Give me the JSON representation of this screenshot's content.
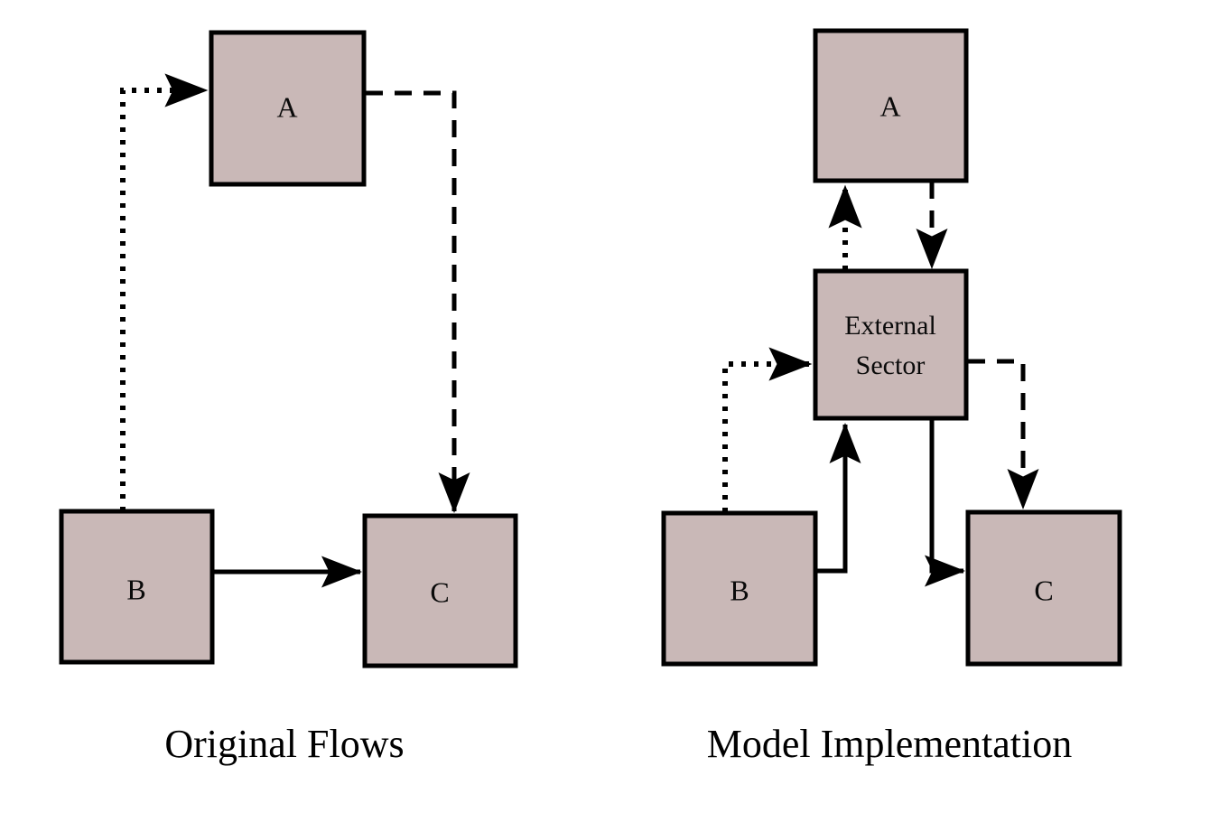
{
  "figure": {
    "background_color": "#ffffff",
    "node_fill_color": "#c9b8b7",
    "node_stroke_color": "#000000",
    "edge_color": "#000000"
  },
  "panels": [
    {
      "id": "original-flows",
      "title": "Original Flows",
      "nodes": [
        {
          "id": "left-a",
          "label": "A"
        },
        {
          "id": "left-b",
          "label": "B"
        },
        {
          "id": "left-c",
          "label": "C"
        }
      ],
      "edges": [
        {
          "id": "left-b-to-a",
          "from": "B",
          "to": "A",
          "style": "dotted"
        },
        {
          "id": "left-a-to-c",
          "from": "A",
          "to": "C",
          "style": "dashed"
        },
        {
          "id": "left-b-to-c",
          "from": "B",
          "to": "C",
          "style": "solid"
        }
      ]
    },
    {
      "id": "model-implementation",
      "title": "Model Implementation",
      "nodes": [
        {
          "id": "right-a",
          "label": "A"
        },
        {
          "id": "right-external-sector",
          "label_line1": "External",
          "label_line2": "Sector"
        },
        {
          "id": "right-b",
          "label": "B"
        },
        {
          "id": "right-c",
          "label": "C"
        }
      ],
      "edges": [
        {
          "id": "right-external-to-a",
          "from": "External Sector",
          "to": "A",
          "style": "dotted"
        },
        {
          "id": "right-a-to-external",
          "from": "A",
          "to": "External Sector",
          "style": "dashed"
        },
        {
          "id": "right-b-to-external-dotted",
          "from": "B",
          "to": "External Sector",
          "style": "dotted"
        },
        {
          "id": "right-b-to-external-solid",
          "from": "B",
          "to": "External Sector",
          "style": "solid"
        },
        {
          "id": "right-external-to-c-solid",
          "from": "External Sector",
          "to": "C",
          "style": "solid"
        },
        {
          "id": "right-external-to-c-dashed",
          "from": "External Sector",
          "to": "C",
          "style": "dashed"
        }
      ]
    }
  ]
}
